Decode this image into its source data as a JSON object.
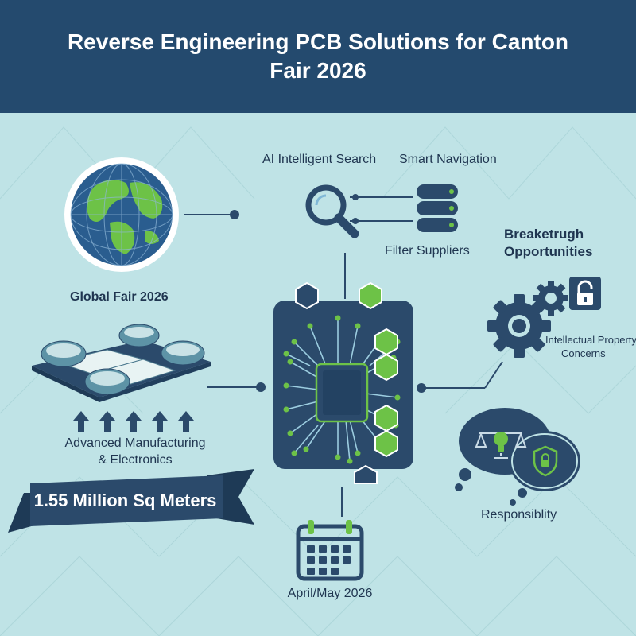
{
  "title": "Reverse Engineering PCB Solutions for Canton Fair 2026",
  "labels": {
    "ai_search": "AI Intelligent Search",
    "smart_navigation": "Smart Navigation",
    "filter_suppliers": "Filter Suppliers",
    "breakthrough_line1": "Breaketrugh",
    "breakthrough_line2": "Opportunities",
    "global_fair": "Global Fair 2026",
    "ip_line1": "Intellectual Property",
    "ip_line2": "Concerns",
    "manufacturing_line1": "Advanced Manufacturing",
    "manufacturing_line2": "& Electronics",
    "area": "1.55 Million Sq Meters",
    "responsibility": "Responsiblity",
    "date": "April/May 2026"
  },
  "icons": [
    "globe-icon",
    "magnifier-icon",
    "database-icon",
    "gears-icon",
    "padlock-icon",
    "venue-icon",
    "up-arrow-icon",
    "circuit-chip-icon",
    "thought-bubble-icon",
    "scales-icon",
    "shield-icon",
    "calendar-icon"
  ],
  "colors": {
    "header": "#244a6e",
    "background": "#bfe3e6",
    "navy": "#2b4a6b",
    "green": "#6dc247",
    "text": "#1f3550"
  }
}
